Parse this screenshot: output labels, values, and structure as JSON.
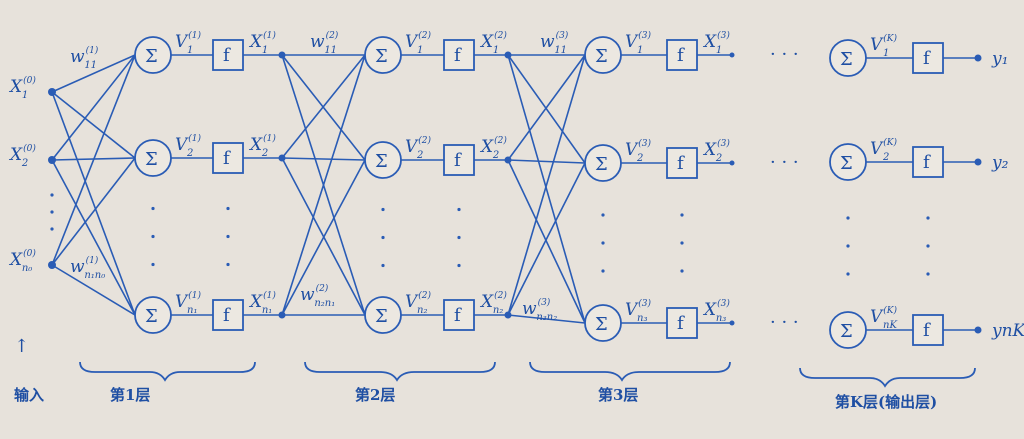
{
  "labels": {
    "input": "输入",
    "layer1": "第1层",
    "layer2": "第2层",
    "layer3": "第3层",
    "layerK": "第K层(输出层)"
  },
  "symbols": {
    "sum": "Σ",
    "f": "f",
    "arrow": "↑",
    "vdots": "·",
    "hdots": "· · ·"
  },
  "inputs": [
    {
      "base": "X",
      "sub": "1",
      "sup": "(0)"
    },
    {
      "base": "X",
      "sub": "2",
      "sup": "(0)"
    },
    {
      "base": "X",
      "sub": "n₀",
      "sup": "(0)"
    }
  ],
  "weights": [
    {
      "base": "w",
      "sub": "11",
      "sup": "(1)"
    },
    {
      "base": "w",
      "sub": "n₁n₀",
      "sup": "(1)"
    },
    {
      "base": "w",
      "sub": "11",
      "sup": "(2)"
    },
    {
      "base": "w",
      "sub": "n₂n₁",
      "sup": "(2)"
    },
    {
      "base": "w",
      "sub": "11",
      "sup": "(3)"
    },
    {
      "base": "w",
      "sub": "n₃n₂",
      "sup": "(3)"
    }
  ],
  "layers": [
    {
      "v": [
        {
          "sub": "1",
          "sup": "(1)"
        },
        {
          "sub": "2",
          "sup": "(1)"
        },
        {
          "sub": "n₁",
          "sup": "(1)"
        }
      ],
      "x": [
        {
          "sub": "1",
          "sup": "(1)"
        },
        {
          "sub": "2",
          "sup": "(1)"
        },
        {
          "sub": "n₁",
          "sup": "(1)"
        }
      ]
    },
    {
      "v": [
        {
          "sub": "1",
          "sup": "(2)"
        },
        {
          "sub": "2",
          "sup": "(2)"
        },
        {
          "sub": "n₂",
          "sup": "(2)"
        }
      ],
      "x": [
        {
          "sub": "1",
          "sup": "(2)"
        },
        {
          "sub": "2",
          "sup": "(2)"
        },
        {
          "sub": "n₂",
          "sup": "(2)"
        }
      ]
    },
    {
      "v": [
        {
          "sub": "1",
          "sup": "(3)"
        },
        {
          "sub": "2",
          "sup": "(3)"
        },
        {
          "sub": "n₃",
          "sup": "(3)"
        }
      ],
      "x": [
        {
          "sub": "1",
          "sup": "(3)"
        },
        {
          "sub": "2",
          "sup": "(3)"
        },
        {
          "sub": "n₃",
          "sup": "(3)"
        }
      ]
    },
    {
      "v": [
        {
          "sub": "1",
          "sup": "(K)"
        },
        {
          "sub": "2",
          "sup": "(K)"
        },
        {
          "sub": "nK",
          "sup": "(K)"
        }
      ],
      "y": [
        "y₁",
        "y₂",
        "ynK"
      ]
    }
  ],
  "vlabel": "V",
  "xlabel": "X"
}
